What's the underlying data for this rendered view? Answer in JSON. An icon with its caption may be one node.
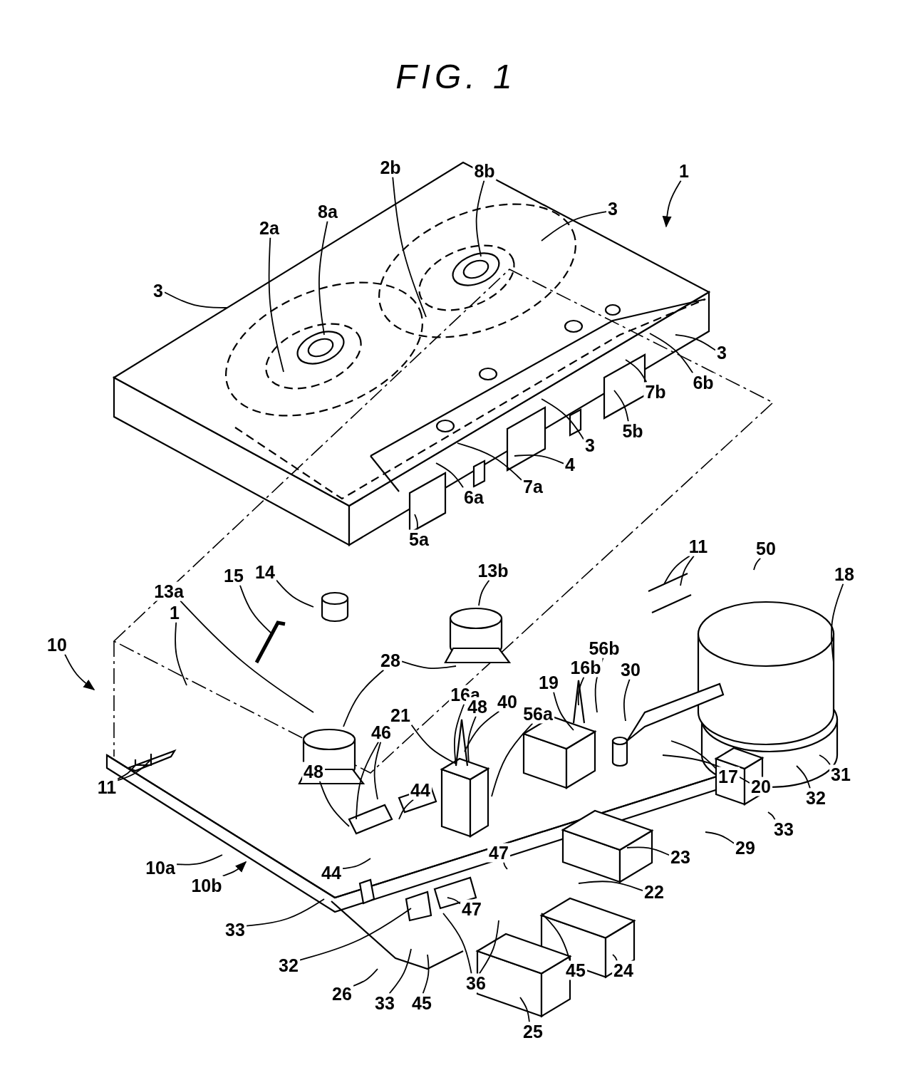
{
  "diagram": {
    "title": "FIG. 1",
    "nodes": [
      {
        "text": [
          "1"
        ]
      },
      {
        "text": [
          "8b"
        ]
      },
      {
        "text": [
          "2b"
        ]
      },
      {
        "text": [
          "3"
        ]
      },
      {
        "text": [
          "8a"
        ]
      },
      {
        "text": [
          "2a"
        ]
      },
      {
        "text": [
          "3"
        ]
      },
      {
        "text": [
          "3"
        ]
      },
      {
        "text": [
          "6b"
        ]
      },
      {
        "text": [
          "7b"
        ]
      },
      {
        "text": [
          "5b"
        ]
      },
      {
        "text": [
          "3"
        ]
      },
      {
        "text": [
          "4"
        ]
      },
      {
        "text": [
          "7a"
        ]
      },
      {
        "text": [
          "6a"
        ]
      },
      {
        "text": [
          "5a"
        ]
      },
      {
        "text": [
          "11"
        ]
      },
      {
        "text": [
          "50"
        ]
      },
      {
        "text": [
          "18"
        ]
      },
      {
        "text": [
          "14"
        ]
      },
      {
        "text": [
          "15"
        ]
      },
      {
        "text": [
          "13b"
        ]
      },
      {
        "text": [
          "13a"
        ]
      },
      {
        "text": [
          "1"
        ]
      },
      {
        "text": [
          "10"
        ]
      },
      {
        "text": [
          "28"
        ]
      },
      {
        "text": [
          "56b"
        ]
      },
      {
        "text": [
          "16b"
        ]
      },
      {
        "text": [
          "30"
        ]
      },
      {
        "text": [
          "19"
        ]
      },
      {
        "text": [
          "16a"
        ]
      },
      {
        "text": [
          "40"
        ]
      },
      {
        "text": [
          "48"
        ]
      },
      {
        "text": [
          "56a"
        ]
      },
      {
        "text": [
          "21"
        ]
      },
      {
        "text": [
          "46"
        ]
      },
      {
        "text": [
          "31"
        ]
      },
      {
        "text": [
          "20"
        ]
      },
      {
        "text": [
          "17"
        ]
      },
      {
        "text": [
          "48"
        ]
      },
      {
        "text": [
          "11"
        ]
      },
      {
        "text": [
          "32"
        ]
      },
      {
        "text": [
          "33"
        ]
      },
      {
        "text": [
          "44"
        ]
      },
      {
        "text": [
          "29"
        ]
      },
      {
        "text": [
          "47"
        ]
      },
      {
        "text": [
          "10a"
        ]
      },
      {
        "text": [
          "44"
        ]
      },
      {
        "text": [
          "23"
        ]
      },
      {
        "text": [
          "10b"
        ]
      },
      {
        "text": [
          "22"
        ]
      },
      {
        "text": [
          "47"
        ]
      },
      {
        "text": [
          "33"
        ]
      },
      {
        "text": [
          "32"
        ]
      },
      {
        "text": [
          "45"
        ]
      },
      {
        "text": [
          "24"
        ]
      },
      {
        "text": [
          "36"
        ]
      },
      {
        "text": [
          "26"
        ]
      },
      {
        "text": [
          "33"
        ]
      },
      {
        "text": [
          "45"
        ]
      },
      {
        "text": [
          "25"
        ]
      }
    ],
    "edges": [
      {
        "from": 0,
        "to": null,
        "arrow": "to"
      },
      {
        "from": 1,
        "to": null,
        "arrow": "none"
      },
      {
        "from": 2,
        "to": null,
        "arrow": "none"
      },
      {
        "from": 3,
        "to": null,
        "arrow": "none"
      },
      {
        "from": 4,
        "to": null,
        "arrow": "none"
      },
      {
        "from": 5,
        "to": null,
        "arrow": "none"
      },
      {
        "from": 6,
        "to": null,
        "arrow": "none"
      },
      {
        "from": 7,
        "to": null,
        "arrow": "none"
      },
      {
        "from": 8,
        "to": null,
        "arrow": "none"
      },
      {
        "from": 9,
        "to": null,
        "arrow": "none"
      },
      {
        "from": 10,
        "to": null,
        "arrow": "none"
      },
      {
        "from": 11,
        "to": null,
        "arrow": "none"
      },
      {
        "from": 12,
        "to": null,
        "arrow": "none"
      },
      {
        "from": 13,
        "to": null,
        "arrow": "none"
      },
      {
        "from": 14,
        "to": null,
        "arrow": "none"
      },
      {
        "from": 15,
        "to": null,
        "arrow": "none"
      },
      {
        "from": 16,
        "to": null,
        "arrow": "none"
      },
      {
        "from": 16,
        "to": null,
        "arrow": "none"
      },
      {
        "from": 17,
        "to": null,
        "arrow": "none"
      },
      {
        "from": 18,
        "to": null,
        "arrow": "none"
      },
      {
        "from": 19,
        "to": null,
        "arrow": "none"
      },
      {
        "from": 20,
        "to": null,
        "arrow": "none"
      },
      {
        "from": 21,
        "to": null,
        "arrow": "none"
      },
      {
        "from": 22,
        "to": null,
        "arrow": "none"
      },
      {
        "from": 23,
        "to": null,
        "arrow": "none"
      },
      {
        "from": 24,
        "to": null,
        "arrow": "to"
      },
      {
        "from": 25,
        "to": null,
        "arrow": "none"
      },
      {
        "from": 25,
        "to": null,
        "arrow": "none"
      },
      {
        "from": 26,
        "to": null,
        "arrow": "none"
      },
      {
        "from": 27,
        "to": null,
        "arrow": "none"
      },
      {
        "from": 28,
        "to": null,
        "arrow": "none"
      },
      {
        "from": 29,
        "to": null,
        "arrow": "none"
      },
      {
        "from": 30,
        "to": null,
        "arrow": "none"
      },
      {
        "from": 31,
        "to": null,
        "arrow": "none"
      },
      {
        "from": 32,
        "to": null,
        "arrow": "none"
      },
      {
        "from": 33,
        "to": null,
        "arrow": "none"
      },
      {
        "from": 34,
        "to": null,
        "arrow": "none"
      },
      {
        "from": 35,
        "to": null,
        "arrow": "none"
      },
      {
        "from": 35,
        "to": null,
        "arrow": "none"
      },
      {
        "from": 36,
        "to": null,
        "arrow": "none"
      },
      {
        "from": 37,
        "to": null,
        "arrow": "none"
      },
      {
        "from": 38,
        "to": null,
        "arrow": "none"
      },
      {
        "from": 39,
        "to": null,
        "arrow": "none"
      },
      {
        "from": 40,
        "to": null,
        "arrow": "none"
      },
      {
        "from": 40,
        "to": null,
        "arrow": "none"
      },
      {
        "from": 41,
        "to": null,
        "arrow": "none"
      },
      {
        "from": 42,
        "to": null,
        "arrow": "none"
      },
      {
        "from": 43,
        "to": null,
        "arrow": "none"
      },
      {
        "from": 44,
        "to": null,
        "arrow": "none"
      },
      {
        "from": 45,
        "to": null,
        "arrow": "none"
      },
      {
        "from": 46,
        "to": null,
        "arrow": "none"
      },
      {
        "from": 47,
        "to": null,
        "arrow": "none"
      },
      {
        "from": 48,
        "to": null,
        "arrow": "none"
      },
      {
        "from": 49,
        "to": null,
        "arrow": "to"
      },
      {
        "from": 50,
        "to": null,
        "arrow": "none"
      },
      {
        "from": 51,
        "to": null,
        "arrow": "none"
      },
      {
        "from": 52,
        "to": null,
        "arrow": "none"
      },
      {
        "from": 53,
        "to": null,
        "arrow": "none"
      },
      {
        "from": 54,
        "to": null,
        "arrow": "none"
      },
      {
        "from": 55,
        "to": null,
        "arrow": "none"
      },
      {
        "from": 56,
        "to": null,
        "arrow": "none"
      },
      {
        "from": 56,
        "to": null,
        "arrow": "none"
      },
      {
        "from": 57,
        "to": null,
        "arrow": "none"
      },
      {
        "from": 58,
        "to": null,
        "arrow": "none"
      },
      {
        "from": 59,
        "to": null,
        "arrow": "none"
      },
      {
        "from": 60,
        "to": null,
        "arrow": "none"
      }
    ]
  }
}
